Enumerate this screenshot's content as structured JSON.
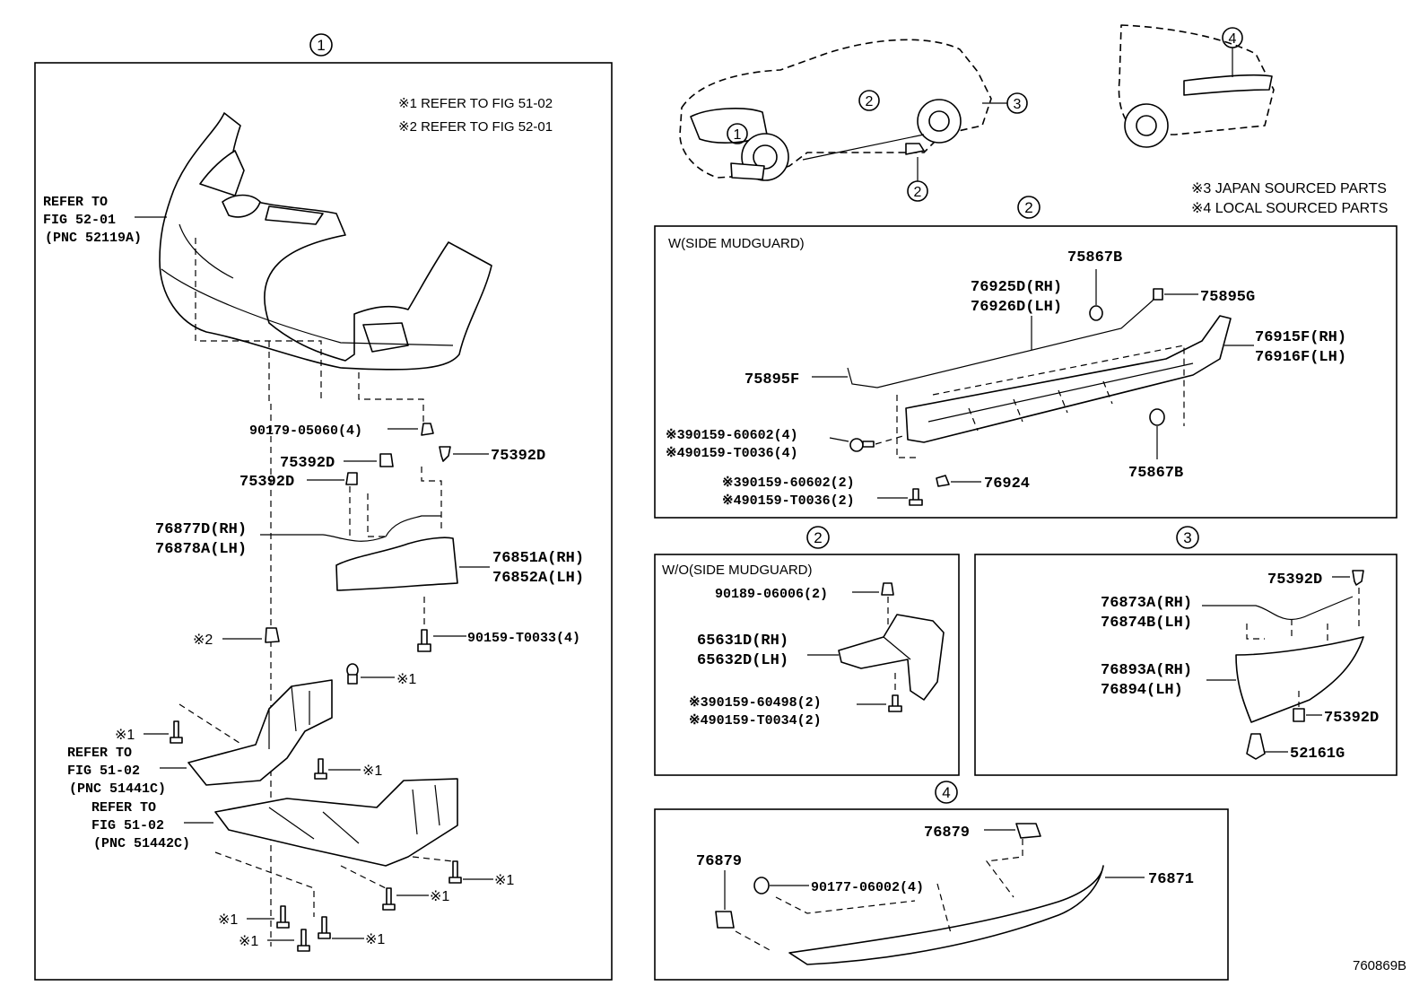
{
  "drawing_id": "760869B",
  "sections": [
    {
      "mark": "1"
    },
    {
      "mark": "2"
    },
    {
      "mark": "3"
    },
    {
      "mark": "4"
    }
  ],
  "car_markers": [
    "1",
    "2",
    "2",
    "3",
    "4"
  ],
  "legend": {
    "ref1": "※1 REFER TO FIG 51-02",
    "ref2": "※2 REFER TO FIG 52-01",
    "japan": "※3 JAPAN SOURCED PARTS",
    "local": "※4 LOCAL SOURCED PARTS"
  },
  "panel1": {
    "refer_bumper": [
      "REFER TO",
      "FIG 52-01",
      "(PNC 52119A)"
    ],
    "refer_cover1": [
      "REFER TO",
      "FIG 51-02",
      "(PNC 51441C)"
    ],
    "refer_cover2": [
      "REFER TO",
      "FIG 51-02",
      "(PNC 51442C)"
    ],
    "p90179": "90179-05060(4)",
    "p75392D_a": "75392D",
    "p75392D_b": "75392D",
    "p75392D_c": "75392D",
    "p76877": [
      "76877D(RH)",
      "76878A(LH)"
    ],
    "p76851": [
      "76851A(RH)",
      "76852A(LH)"
    ],
    "p90159": "90159-T0033(4)",
    "m2": "※2",
    "m1": "※1"
  },
  "panel2a": {
    "title": "W(SIDE MUDGUARD)",
    "p75867B_top": "75867B",
    "p76925": [
      "76925D(RH)",
      "76926D(LH)"
    ],
    "p75895G": "75895G",
    "p76915": [
      "76915F(RH)",
      "76916F(LH)"
    ],
    "p75895F": "75895F",
    "pscrew1": [
      "※390159-60602(4)",
      "※490159-T0036(4)"
    ],
    "pscrew2": [
      "※390159-60602(2)",
      "※490159-T0036(2)"
    ],
    "p76924": "76924",
    "p75867B_bot": "75867B"
  },
  "panel2b": {
    "title": "W/O(SIDE MUDGUARD)",
    "p90189": "90189-06006(2)",
    "p65631": [
      "65631D(RH)",
      "65632D(LH)"
    ],
    "pscrew": [
      "※390159-60498(2)",
      "※490159-T0034(2)"
    ]
  },
  "panel3": {
    "p75392D_top": "75392D",
    "p76873": [
      "76873A(RH)",
      "76874B(LH)"
    ],
    "p76893": [
      "76893A(RH)",
      "76894(LH)"
    ],
    "p75392D_bot": "75392D",
    "p52161G": "52161G"
  },
  "panel4": {
    "p76879_top": "76879",
    "p76879_left": "76879",
    "p90177": "90177-06002(4)",
    "p76871": "76871"
  }
}
